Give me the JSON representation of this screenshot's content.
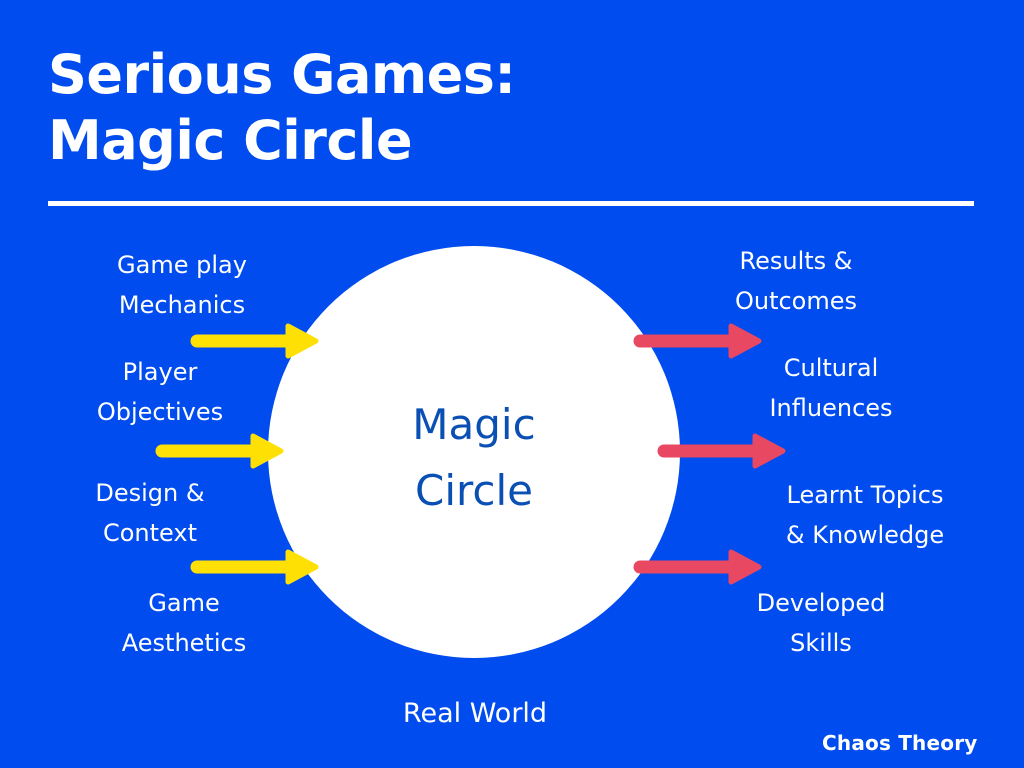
{
  "header": {
    "title_line1": "Serious Games:",
    "title_line2": "Magic Circle"
  },
  "circle": {
    "line1": "Magic",
    "line2": "Circle",
    "fill_color": "#ffffff",
    "text_color": "#0a4fb4"
  },
  "inputs": {
    "arrow_color": "#ffe005",
    "items": [
      {
        "line1": "Game play",
        "line2": "Mechanics"
      },
      {
        "line1": "Player",
        "line2": "Objectives"
      },
      {
        "line1": "Design &",
        "line2": "Context"
      },
      {
        "line1": "Game",
        "line2": "Aesthetics"
      }
    ]
  },
  "outputs": {
    "arrow_color": "#e94862",
    "items": [
      {
        "line1": "Results &",
        "line2": "Outcomes"
      },
      {
        "line1": "Cultural",
        "line2": "Influences"
      },
      {
        "line1": "Learnt Topics",
        "line2": "& Knowledge"
      },
      {
        "line1": "Developed",
        "line2": "Skills"
      }
    ]
  },
  "footer": {
    "real_world": "Real World",
    "brand": "Chaos Theory"
  },
  "colors": {
    "background": "#004cee",
    "text": "#ffffff"
  }
}
